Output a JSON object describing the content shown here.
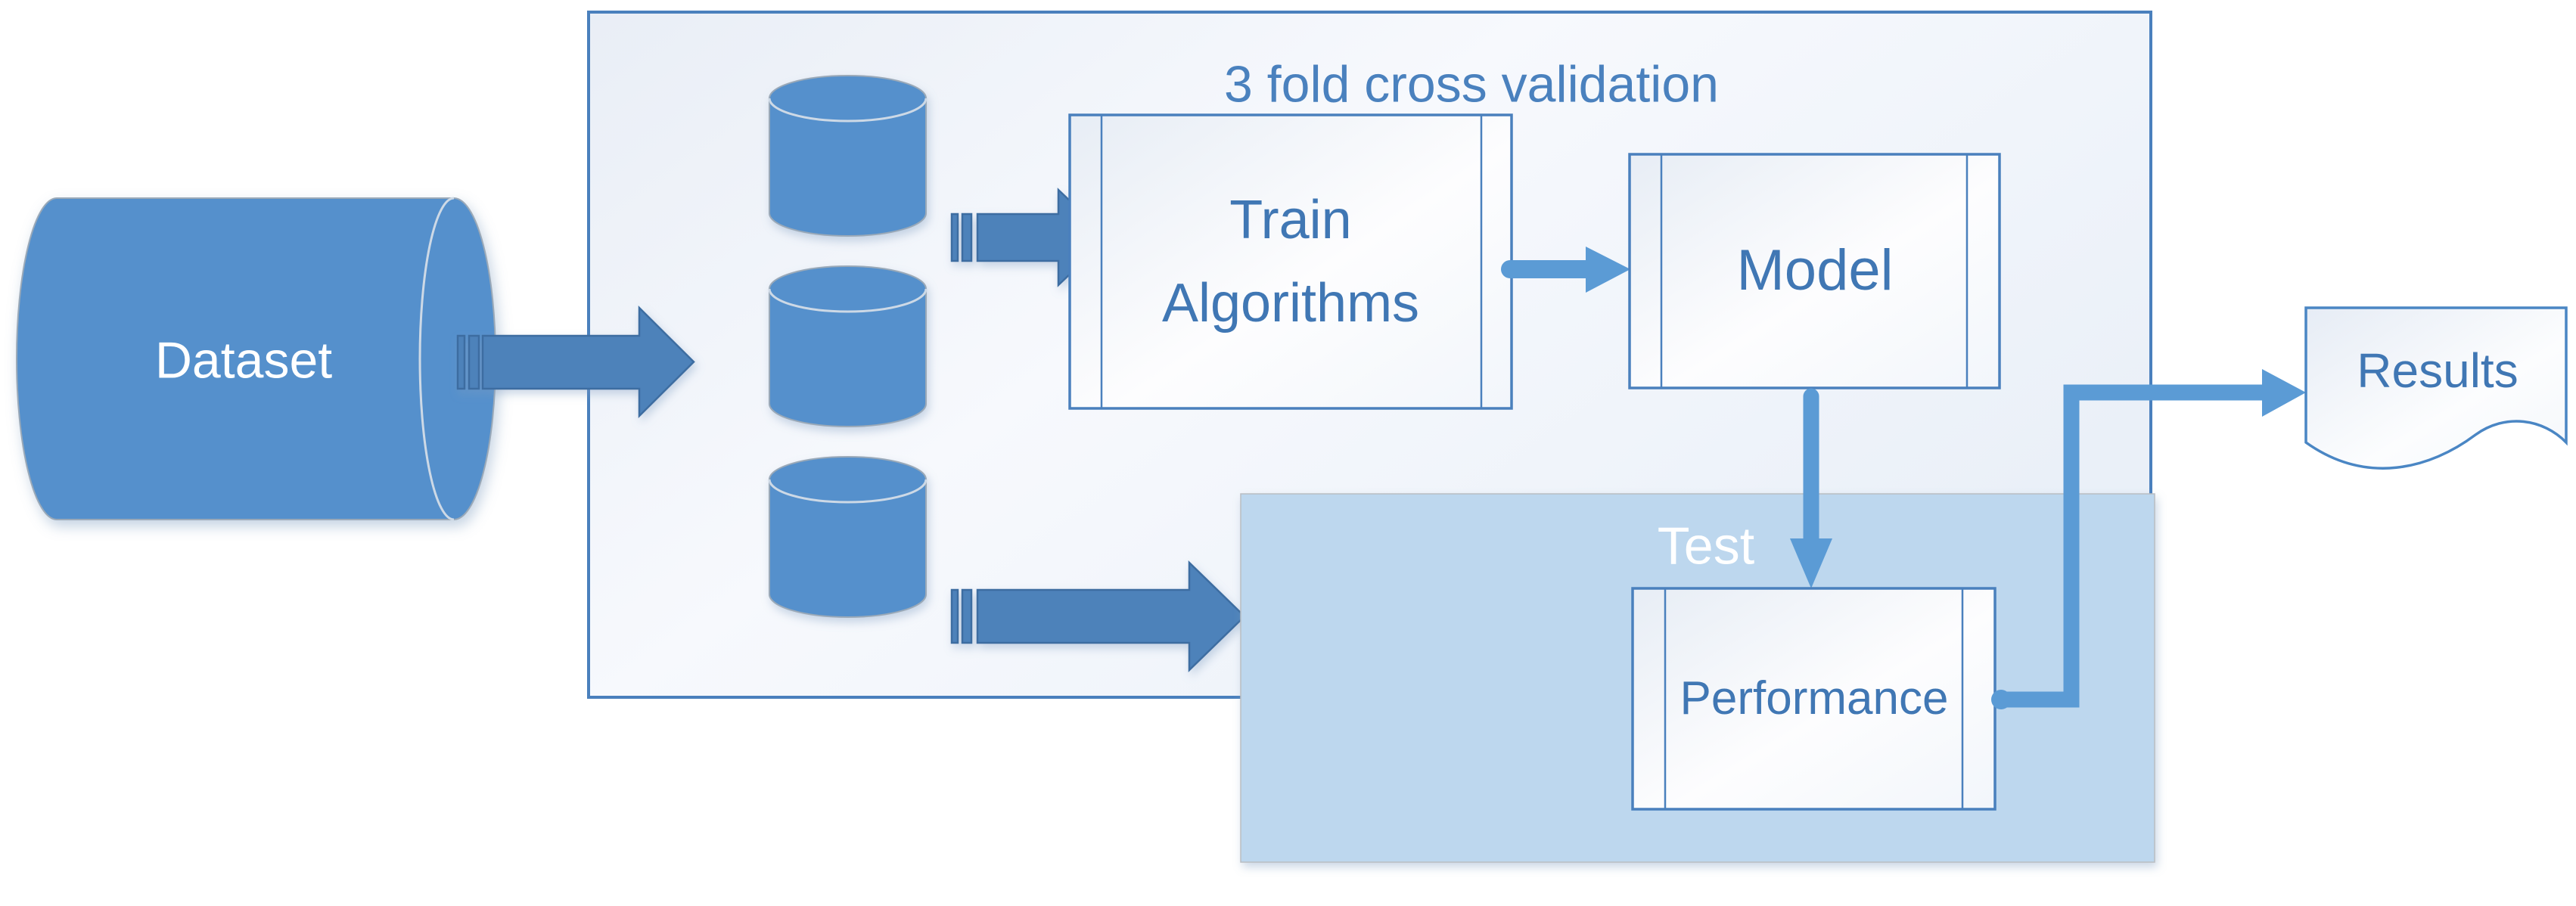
{
  "diagram": {
    "title": "3 fold cross validation",
    "dataset": {
      "label": "Dataset"
    },
    "folds": {
      "count": "3"
    },
    "train": {
      "label_line1": "Train",
      "label_line2": "Algorithms"
    },
    "model": {
      "label": "Model"
    },
    "test_region": {
      "label": "Test"
    },
    "performance": {
      "label": "Performance"
    },
    "results": {
      "label": "Results"
    },
    "colors": {
      "shape_fill_blue": "#5590cc",
      "striped_arrow_blue": "#4d82ba",
      "striped_arrow_border": "#3e6da1",
      "connector_blue": "#5b9bd5",
      "box_border_blue": "#4a80bd",
      "label_blue": "#4077b4",
      "title_blue": "#4a81be",
      "test_region_fill": "#bdd7ee",
      "box_gradient_light": "#e9eef6"
    }
  }
}
